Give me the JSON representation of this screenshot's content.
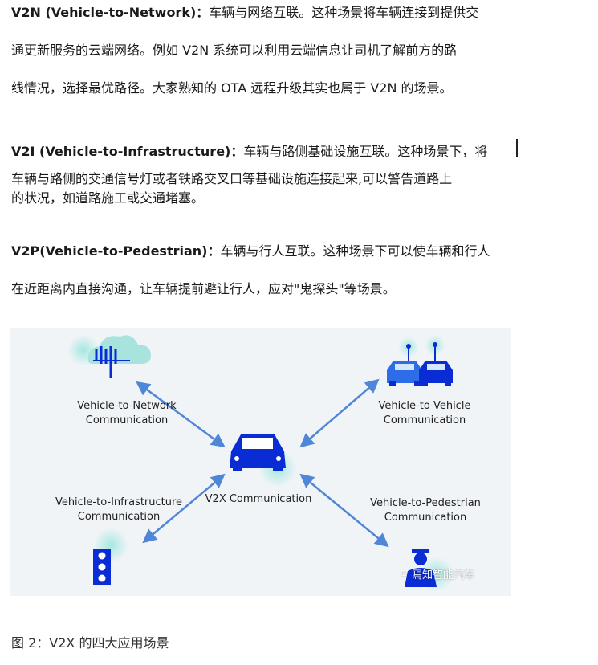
{
  "paragraphs": {
    "v2n": {
      "term": "V2N (Vehicle-to-Network)：",
      "line1": "车辆与网络互联。这种场景将车辆连接到提供交",
      "line2": "通更新服务的云端网络。例如 V2N 系统可以利用云端信息让司机了解前方的路",
      "line3": "线情况，选择最优路径。大家熟知的 OTA 远程升级其实也属于 V2N 的场景。"
    },
    "v2i": {
      "term": "V2I (Vehicle-to-Infrastructure)：",
      "line1": "车辆与路侧基础设施互联。这种场景下，将",
      "line2": "车辆与路侧的交通信号灯或者铁路交叉口等基础设施连接起来,可以警告道路上",
      "line3": "的状况，如道路施工或交通堵塞。"
    },
    "v2p": {
      "term": "V2P(Vehicle-to-Pedestrian)：",
      "line1": "车辆与行人互联。这种场景下可以使车辆和行人",
      "line2": "在近距离内直接沟通，让车辆提前避让行人，应对\"鬼探头\"等场景。"
    }
  },
  "figure": {
    "labels": {
      "v2n": [
        "Vehicle-to-Network",
        "Communication"
      ],
      "v2v": [
        "Vehicle-to-Vehicle",
        "Communication"
      ],
      "v2x": "V2X Communication",
      "v2i": [
        "Vehicle-to-Infrastructure",
        "Communication"
      ],
      "v2p": [
        "Vehicle-to-Pedestrian",
        "Communication"
      ]
    },
    "icons": [
      "cloud-tower-icon",
      "two-cars-icon",
      "car-icon",
      "traffic-light-icon",
      "pedestrian-icon"
    ],
    "watermark": "焉知智能汽车",
    "colors": {
      "icon_blue": "#0a2cd4",
      "glow": "#9ee6de",
      "arrow": "#4f86d8",
      "panel": "#f1f4f7"
    }
  },
  "caption": "图 2：V2X 的四大应用场景"
}
